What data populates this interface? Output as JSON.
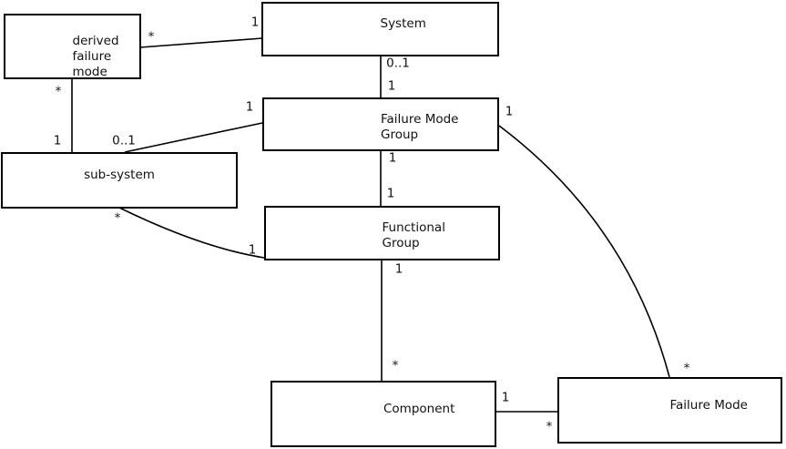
{
  "diagram_type": "uml-entity-relationship",
  "colors": {
    "background": "#ffffff",
    "line": "#000000",
    "text": "#111111",
    "box_fill": "#ffffff"
  },
  "entities": [
    {
      "id": "derived-failure-mode",
      "name": "derived failure mode",
      "lines": [
        "derived",
        "failure",
        "mode"
      ]
    },
    {
      "id": "system",
      "name": "System",
      "lines": [
        "System"
      ]
    },
    {
      "id": "failure-mode-group",
      "name": "Failure Mode Group",
      "lines": [
        "Failure Mode",
        "Group"
      ]
    },
    {
      "id": "sub-system",
      "name": "sub-system",
      "lines": [
        "sub-system"
      ]
    },
    {
      "id": "functional-group",
      "name": "Functional Group",
      "lines": [
        "Functional",
        "Group"
      ]
    },
    {
      "id": "component",
      "name": "Component",
      "lines": [
        "Component"
      ]
    },
    {
      "id": "failure-mode",
      "name": "Failure Mode",
      "lines": [
        "Failure Mode"
      ]
    }
  ],
  "relationships": [
    {
      "from": "derived failure mode",
      "to": "System",
      "from_mult": "*",
      "to_mult": "1",
      "shape": "straight"
    },
    {
      "from": "System",
      "to": "Failure Mode Group",
      "from_mult": "0..1",
      "to_mult": "1",
      "shape": "straight-vertical"
    },
    {
      "from": "derived failure mode",
      "to": "sub-system",
      "from_mult": "*",
      "to_mult": "1",
      "shape": "straight-vertical"
    },
    {
      "from": "Failure Mode Group",
      "to": "sub-system",
      "from_mult": "1",
      "to_mult": "0..1",
      "shape": "straight-diagonal"
    },
    {
      "from": "Failure Mode Group",
      "to": "Functional Group",
      "from_mult": "1",
      "to_mult": "1",
      "shape": "straight-vertical"
    },
    {
      "from": "sub-system",
      "to": "Functional Group",
      "from_mult": "*",
      "to_mult": "1",
      "shape": "curve"
    },
    {
      "from": "Functional Group",
      "to": "Component",
      "from_mult": "1",
      "to_mult": "*",
      "shape": "straight-vertical"
    },
    {
      "from": "Component",
      "to": "Failure Mode",
      "from_mult": "1",
      "to_mult": "*",
      "shape": "straight-horizontal"
    },
    {
      "from": "Failure Mode Group",
      "to": "Failure Mode",
      "from_mult": "1",
      "to_mult": "*",
      "shape": "curve"
    }
  ]
}
